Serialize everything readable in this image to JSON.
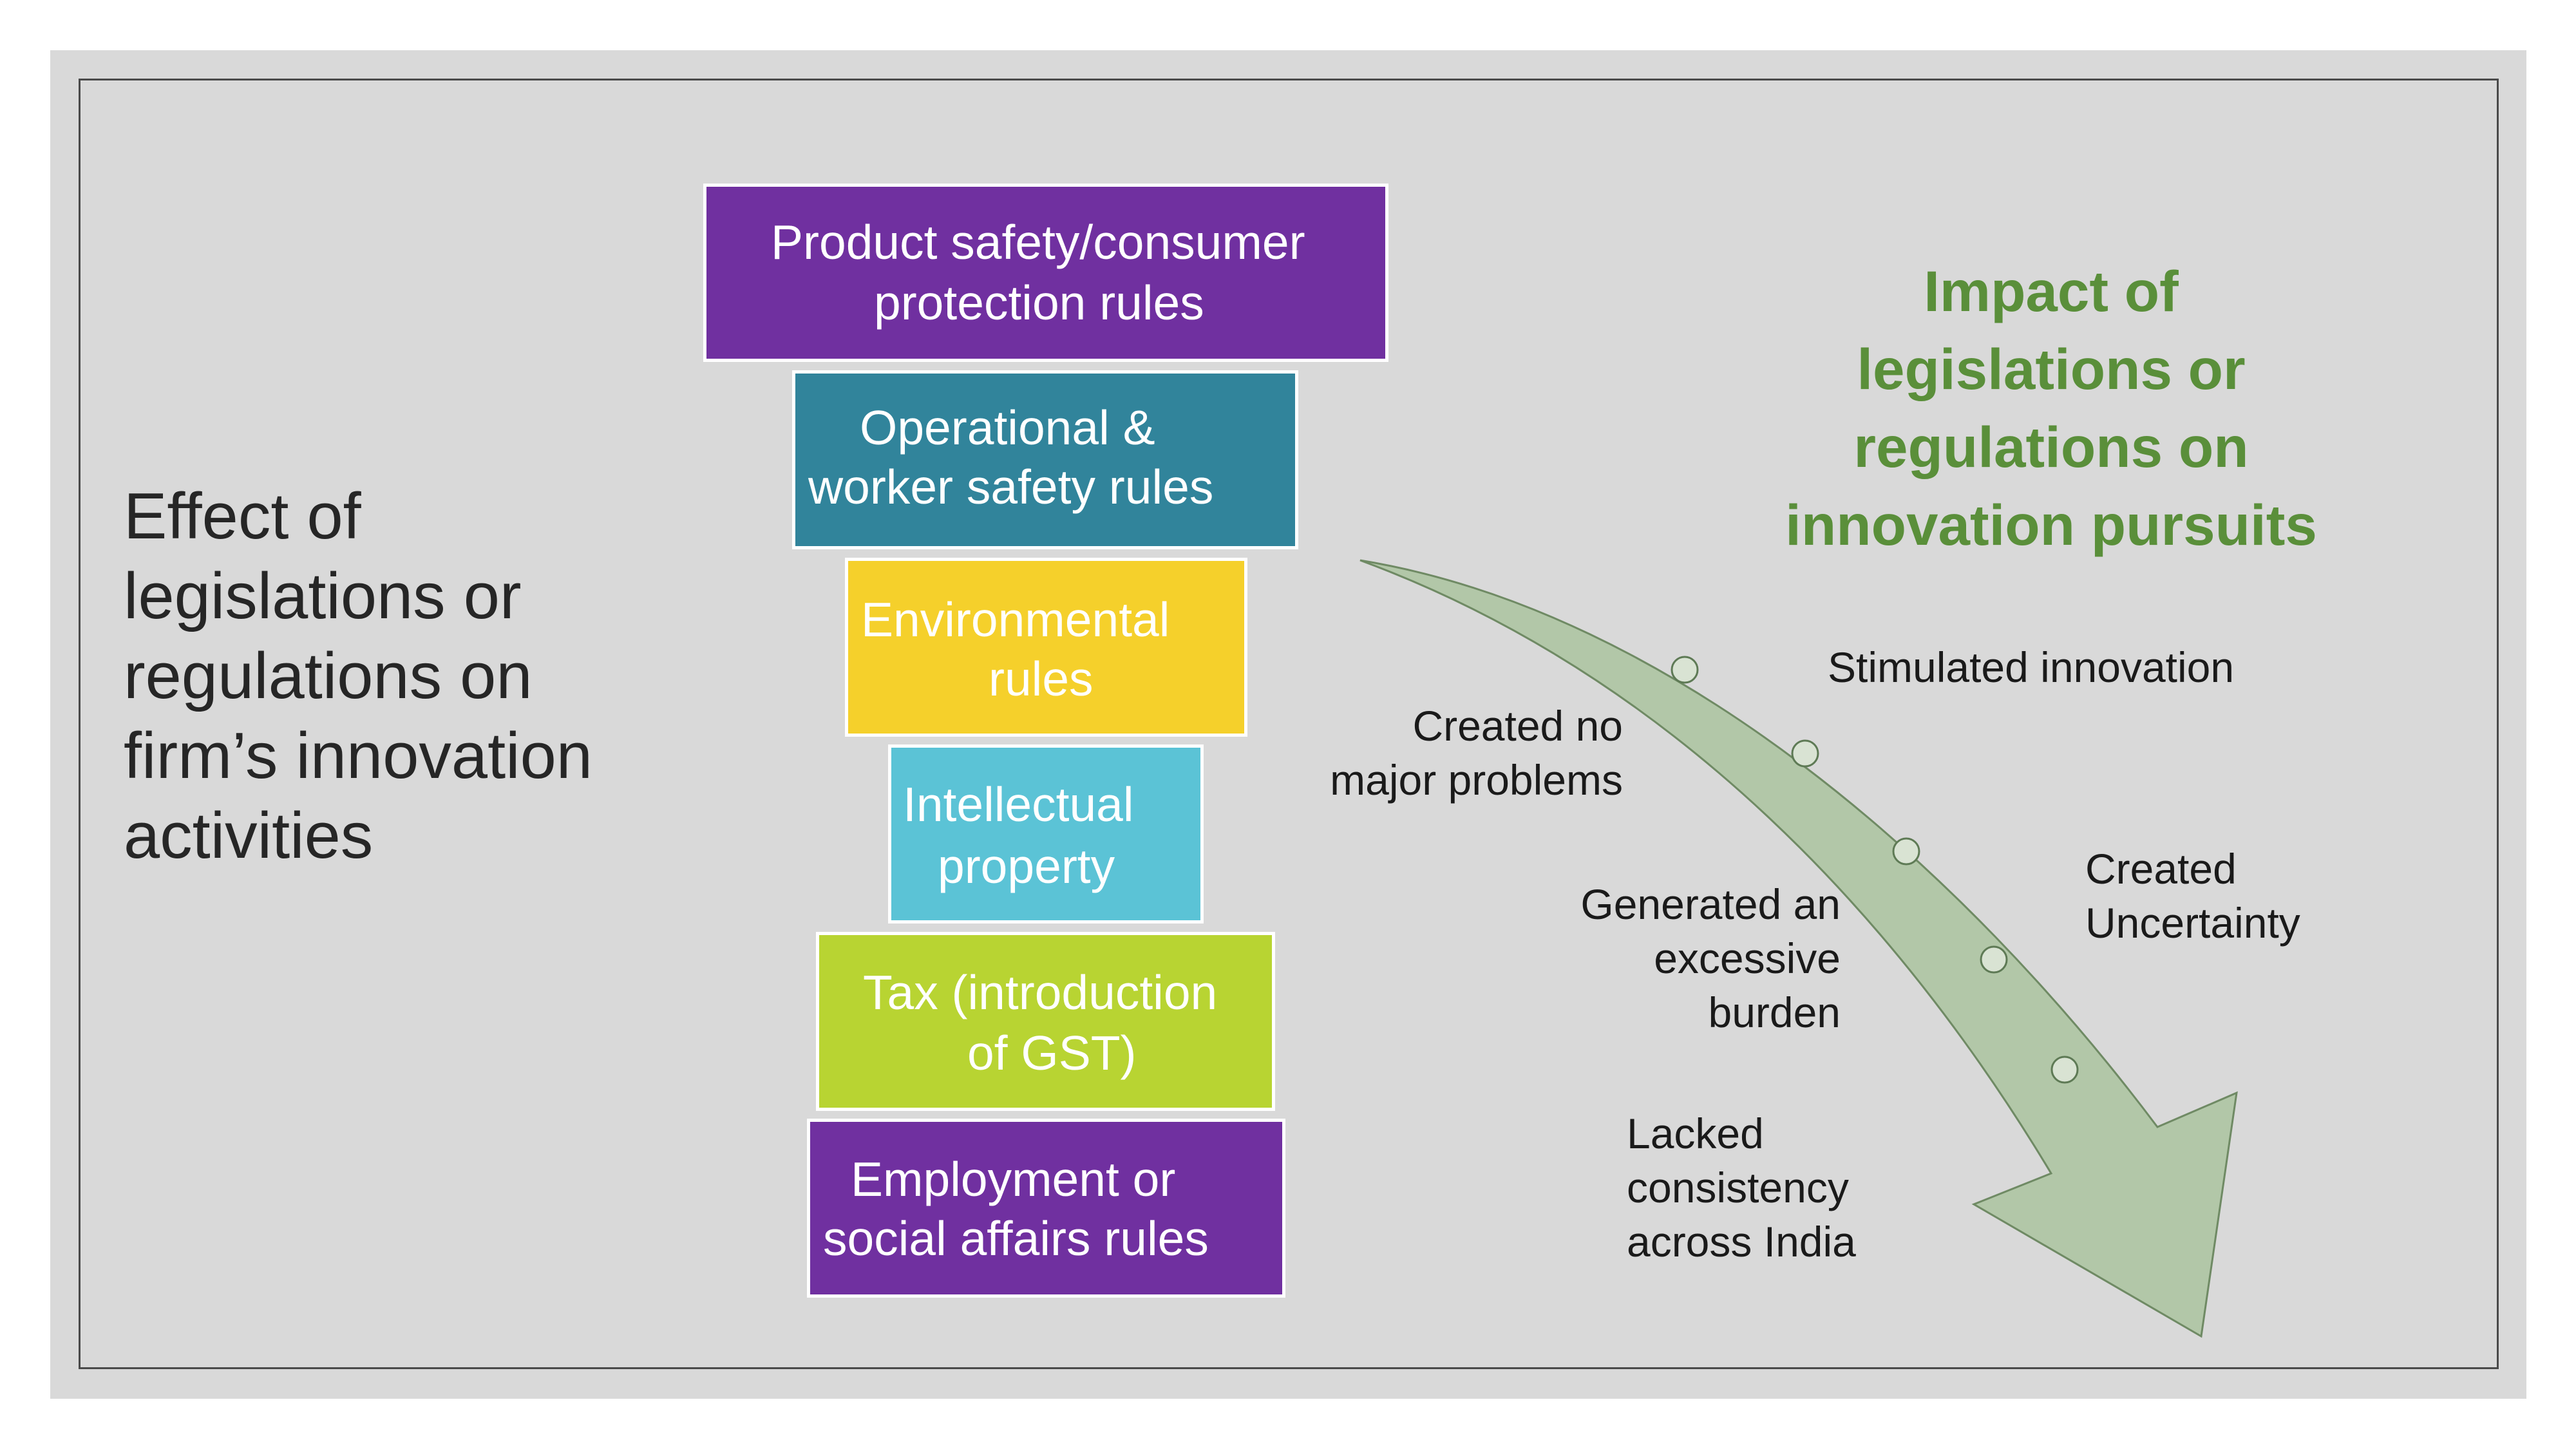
{
  "left_title_lines": [
    "Effect of",
    "legislations or",
    "regulations on",
    "firm’s innovation",
    "activities"
  ],
  "right_title_lines": [
    "Impact of",
    "legislations or",
    "regulations on",
    "innovation pursuits"
  ],
  "boxes": [
    {
      "lines": [
        "Product safety/consumer",
        "protection rules"
      ],
      "color": "#7030a0"
    },
    {
      "lines": [
        "Operational &",
        "worker safety rules"
      ],
      "color": "#31849b"
    },
    {
      "lines": [
        "Environmental",
        "rules"
      ],
      "color": "#f5d02b"
    },
    {
      "lines": [
        "Intellectual",
        "property"
      ],
      "color": "#5bc3d6"
    },
    {
      "lines": [
        "Tax (introduction",
        "of GST)"
      ],
      "color": "#b8d432"
    },
    {
      "lines": [
        "Employment or",
        "social affairs rules"
      ],
      "color": "#7030a0"
    }
  ],
  "impacts": {
    "stimulated": [
      "Stimulated innovation"
    ],
    "no_problems": [
      "Created no",
      "major problems"
    ],
    "uncertainty": [
      "Created",
      "Uncertainty"
    ],
    "burden": [
      "Generated an",
      "excessive",
      "burden"
    ],
    "lacked": [
      "Lacked",
      "consistency",
      "across India"
    ]
  },
  "colors": {
    "arrow_fill": "#b2c7a8",
    "title_green": "#5a8f3a",
    "slide_bg": "#d9d9d9"
  }
}
